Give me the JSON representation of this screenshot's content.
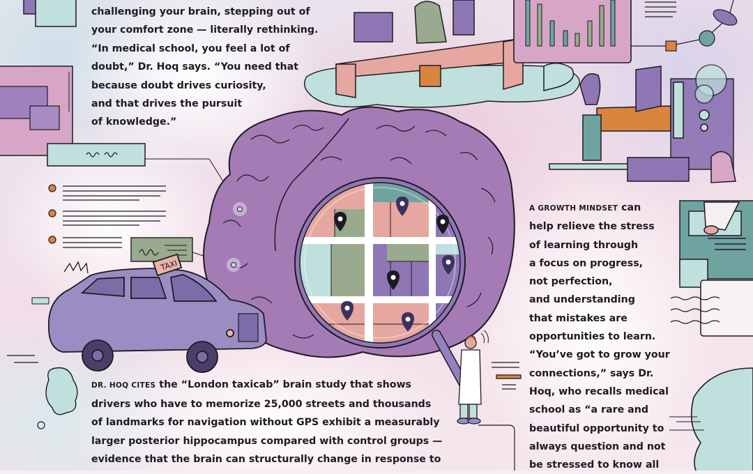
{
  "article": {
    "top_paragraph": {
      "lines": [
        "challenging your brain, stepping out of",
        "your comfort zone — literally rethinking.",
        "“In medical school, you feel a lot of",
        "doubt,” Dr. Hoq says. “You need that",
        "because doubt drives curiosity,",
        "and that drives the pursuit",
        "of knowledge.”"
      ]
    },
    "right_paragraph": {
      "lead_in": "A GROWTH MINDSET",
      "first_line_rest": " can",
      "lines": [
        "help relieve the stress",
        "of learning through",
        "a focus on progress,",
        "not perfection,",
        "and understanding",
        "that mistakes are",
        "opportunities to learn.",
        "“You’ve got to grow your",
        "connections,” says Dr.",
        "Hoq, who recalls medical",
        "school as “a rare and",
        "beautiful opportunity to",
        "always question and not",
        "be stressed to know all"
      ]
    },
    "bottom_paragraph": {
      "lead_in": "DR. HOQ CITES",
      "first_line_rest": " the “London taxicab” brain study that shows",
      "lines": [
        "drivers who have to memorize 25,000 streets and thousands",
        "of landmarks for navigation without GPS exhibit a measurably",
        "larger posterior hippocampus compared with control groups —",
        "evidence that the brain can structurally change in response to"
      ]
    }
  },
  "illustration": {
    "taxi_sign": "TAXI",
    "icons": [
      "brain-illustration",
      "magnifying-glass-icon",
      "map-pin-icon",
      "taxi-icon",
      "doctor-figure",
      "desk-worker-figure",
      "standing-desk-figure",
      "sitting-woman-figure",
      "bar-chart-icon",
      "bullet-list-icon",
      "cloud-icon"
    ],
    "colors": {
      "brain": "#a57bb5",
      "brain_dark": "#8c5fa3",
      "taxi": "#9a8dc4",
      "teal": "#b9ddd9",
      "pink": "#e6a7a0",
      "sage": "#9aaa8e",
      "purple": "#8f77b5",
      "orange": "#d9843f",
      "ink": "#1e1a22"
    }
  }
}
